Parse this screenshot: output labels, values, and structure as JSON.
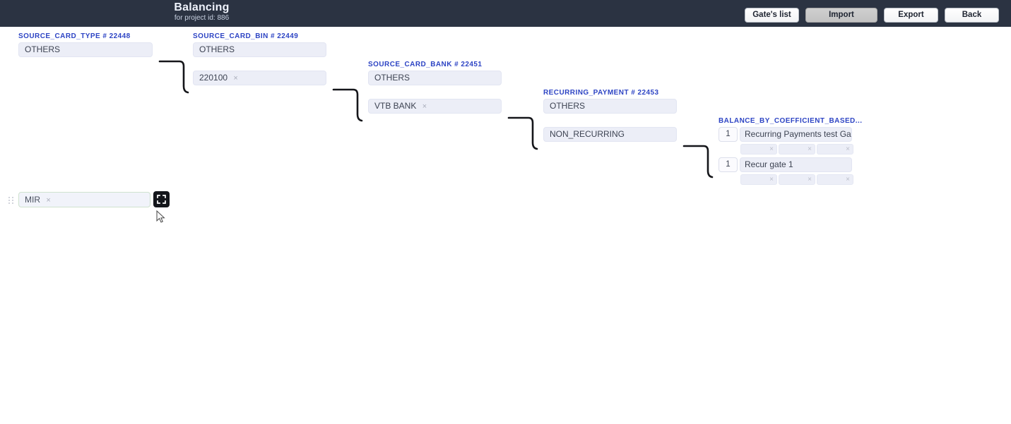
{
  "header": {
    "title": "Balancing",
    "subtitle": "for project id: 886",
    "buttons": [
      {
        "label": "Gate's list",
        "state": "normal"
      },
      {
        "label": "Import",
        "state": "active"
      },
      {
        "label": "Export",
        "state": "normal"
      },
      {
        "label": "Back",
        "state": "normal"
      }
    ]
  },
  "columns": [
    {
      "title": "SOURCE_CARD_TYPE # 22448",
      "fields": [
        {
          "value": "OTHERS",
          "removable": false
        }
      ]
    },
    {
      "title": "SOURCE_CARD_BIN # 22449",
      "fields": [
        {
          "value": "OTHERS",
          "removable": false
        },
        {
          "value": "220100",
          "removable": true
        }
      ]
    },
    {
      "title": "SOURCE_CARD_BANK # 22451",
      "fields": [
        {
          "value": "OTHERS",
          "removable": false
        },
        {
          "value": "VTB BANK",
          "removable": true
        }
      ]
    },
    {
      "title": "RECURRING_PAYMENT # 22453",
      "fields": [
        {
          "value": "OTHERS",
          "removable": false
        },
        {
          "value": "NON_RECURRING",
          "removable": false
        }
      ]
    }
  ],
  "coefficient_column": {
    "title": "BALANCE_BY_COEFFICIENT_BASED...",
    "gates": [
      {
        "weight": "1",
        "name": "Recurring Payments test Gate",
        "slots": [
          {
            "value": "",
            "remove_icon": "×"
          },
          {
            "value": "",
            "remove_icon": "×"
          },
          {
            "value": "",
            "remove_icon": "×"
          }
        ]
      },
      {
        "weight": "1",
        "name": "Recur gate 1",
        "slots": [
          {
            "value": "",
            "remove_icon": "×"
          },
          {
            "value": "",
            "remove_icon": "×"
          },
          {
            "value": "",
            "remove_icon": "×"
          }
        ]
      }
    ]
  },
  "drag_row": {
    "chip_value": "MIR",
    "chip_remove_icon": "×",
    "expand_button_icon": "fullscreen-expand-icon"
  },
  "remove_icon": "×",
  "colors": {
    "topbar": "#2b3342",
    "label": "#2d44c4",
    "field_bg": "#eceef7",
    "accent_green_border": "#cfe2cf",
    "expand_button_bg": "#14161b"
  }
}
